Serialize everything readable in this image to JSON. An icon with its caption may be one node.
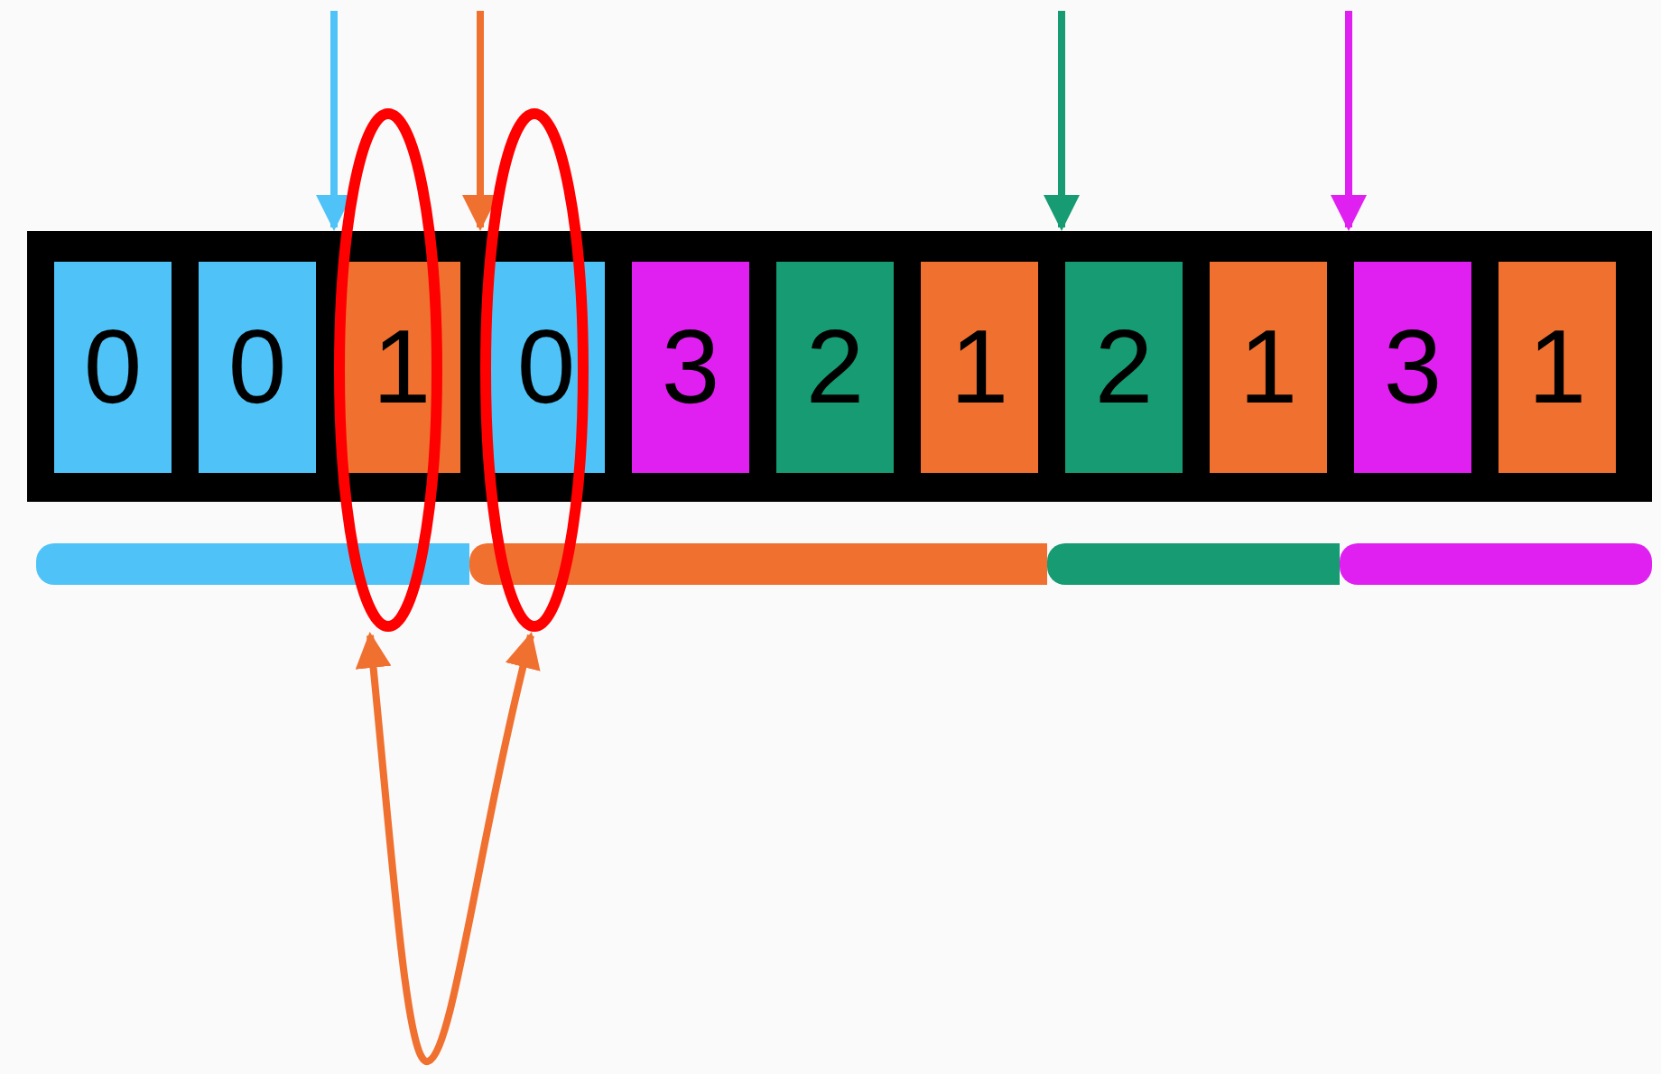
{
  "diagram": {
    "nodes": [
      {
        "text": [],
        "shape": "box"
      },
      {
        "text": [
          "0"
        ],
        "in": 0
      },
      {
        "text": [
          "0"
        ],
        "in": 0
      },
      {
        "text": [
          "1"
        ],
        "in": 0
      },
      {
        "text": [
          "0"
        ],
        "in": 0
      },
      {
        "text": [
          "3"
        ],
        "in": 0
      },
      {
        "text": [
          "2"
        ],
        "in": 0
      },
      {
        "text": [
          "1"
        ],
        "in": 0
      },
      {
        "text": [
          "2"
        ],
        "in": 0
      },
      {
        "text": [
          "1"
        ],
        "in": 0
      },
      {
        "text": [
          "3"
        ],
        "in": 0
      },
      {
        "text": [
          "1"
        ],
        "in": 0
      },
      {
        "text": [],
        "shape": "circle"
      },
      {
        "text": [],
        "shape": "circle"
      },
      {
        "text": [],
        "shape": "bar"
      },
      {
        "text": [],
        "shape": "bar"
      },
      {
        "text": [],
        "shape": "bar"
      },
      {
        "text": [],
        "shape": "bar"
      }
    ],
    "edges": [
      {
        "from": null,
        "to": 0,
        "arrow": "to",
        "color": "#4fc3f7"
      },
      {
        "from": null,
        "to": 0,
        "arrow": "to",
        "color": "#f07030"
      },
      {
        "from": null,
        "to": 0,
        "arrow": "to",
        "color": "#169b72"
      },
      {
        "from": null,
        "to": 0,
        "arrow": "to",
        "color": "#e020f0"
      },
      {
        "from": 12,
        "to": 13,
        "arrow": "both",
        "color": "#f07030"
      }
    ]
  }
}
